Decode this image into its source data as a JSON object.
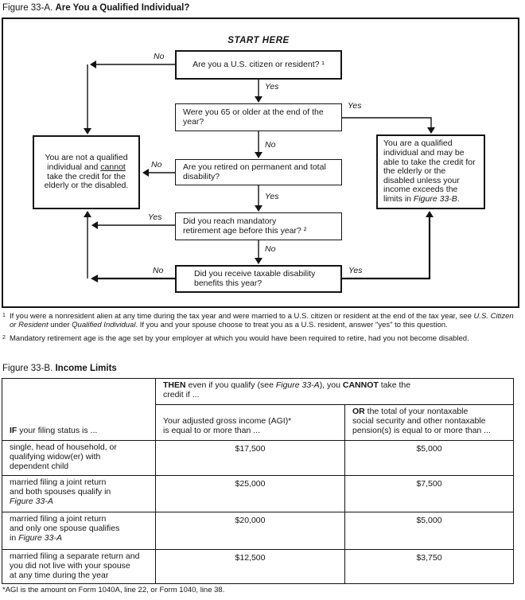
{
  "fig_a": {
    "label": "Figure 33-A.",
    "title": "Are You a Qualified Individual?",
    "start": "START HERE",
    "nodes": {
      "q1": "Are you a U.S. citizen or resident? ¹",
      "q2": "Were you 65 or older at the end of the year?",
      "q3": "Are you retired on permanent and total disability?",
      "q4": "Did you reach mandatory retirement age before this year? ²",
      "q5": "Did you receive taxable disability benefits this year?",
      "not_qualified": {
        "l1": "You are not a qualified",
        "l2_pre": "individual and ",
        "l2_u": "cannot",
        "l3": "take the credit for the",
        "l4": "elderly or the disabled."
      },
      "qualified": {
        "text": "You are a qualified individual and may be able to take the credit for the elderly or the disabled unless your income exceeds the limits in ",
        "ref": "Figure 33-B",
        "suffix": "."
      }
    },
    "labels": {
      "q1_no": "No",
      "q1_yes": "Yes",
      "q2_yes": "Yes",
      "q2_no": "No",
      "q3_no": "No",
      "q3_yes": "Yes",
      "q4_yes": "Yes",
      "q4_no": "No",
      "q5_no": "No",
      "q5_yes": "Yes"
    },
    "footnote1": {
      "marker": "1",
      "pre": "If you were a nonresident alien at any time during the tax year and were married to a U.S. citizen or resident at the end of the tax year, see ",
      "i1": "U.S. Citizen or Resident",
      "mid": " under ",
      "i2": "Qualified Individual",
      "post": ". If you and your spouse choose to treat you as a U.S. resident, answer \"yes\" to this question."
    },
    "footnote2": {
      "marker": "2",
      "text": "Mandatory retirement age is the age set by your employer at which you would have been required to retire, had you not become disabled."
    }
  },
  "fig_b": {
    "label": "Figure 33-B.",
    "title": "Income Limits",
    "header": {
      "then_bold": "THEN",
      "then_mid": " even if you qualify (see ",
      "then_ref": "Figure 33-A",
      "then_mid2": "), you ",
      "cannot_bold": "CANNOT",
      "then_l1_end": " take the",
      "then_l2": "credit if ...",
      "if_bold": "IF",
      "if_rest": " your filing status is ...",
      "agi_l1": "Your adjusted gross income (AGI)*",
      "agi_l2": "is equal to or more than ...",
      "or_bold": "OR",
      "or_l1": " the total of your nontaxable",
      "or_l2": "social security and other nontaxable",
      "or_l3": "pension(s) is equal to or more than ..."
    },
    "rows": [
      {
        "l1": "single, head of household, or",
        "l2": "qualifying widow(er) with",
        "l3": "dependent child",
        "l3i": "",
        "agi": "$17,500",
        "pension": "$5,000"
      },
      {
        "l1": "married filing a joint return",
        "l2": "and both spouses qualify in",
        "l3": "",
        "l3i": "Figure 33-A",
        "agi": "$25,000",
        "pension": "$7,500"
      },
      {
        "l1": "married filing a joint return",
        "l2": "and only one spouse qualifies",
        "l3": "in ",
        "l3i": "Figure 33-A",
        "agi": "$20,000",
        "pension": "$5,000"
      },
      {
        "l1": "married filing a separate return and",
        "l2": "you did not live with your spouse",
        "l3": "at any time during the year",
        "l3i": "",
        "agi": "$12,500",
        "pension": "$3,750"
      }
    ],
    "footnote": "*AGI is the amount on Form 1040A, line 22, or Form 1040, line 38."
  }
}
